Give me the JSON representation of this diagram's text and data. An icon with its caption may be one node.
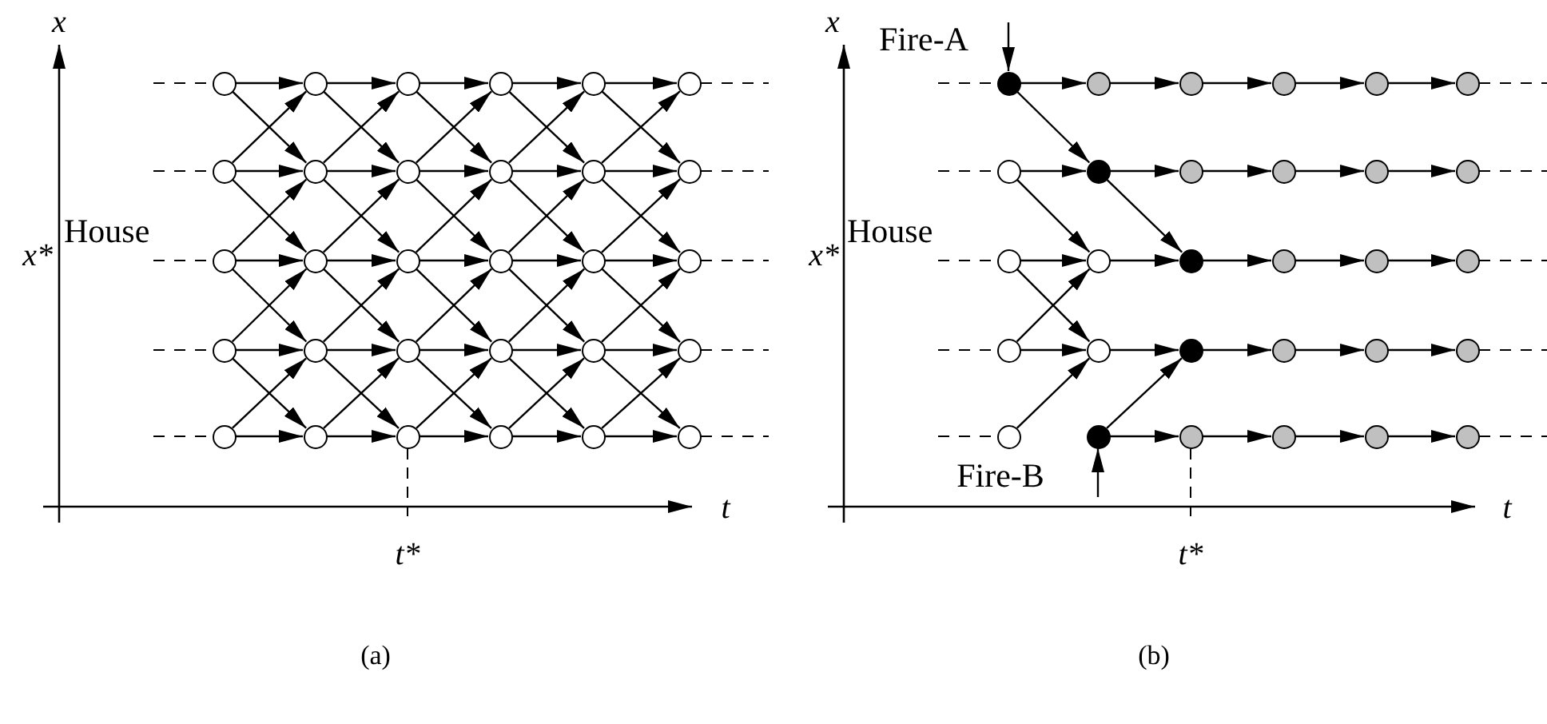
{
  "diagram": {
    "nodes": [
      {
        "text": [],
        "shape": "circle"
      },
      {
        "text": [],
        "shape": "circle"
      },
      {
        "text": [],
        "shape": "circle"
      },
      {
        "text": [],
        "shape": "circle"
      },
      {
        "text": [],
        "shape": "circle"
      },
      {
        "text": [],
        "shape": "circle"
      },
      {
        "text": [],
        "shape": "circle"
      },
      {
        "text": [],
        "shape": "circle"
      },
      {
        "text": [],
        "shape": "circle"
      },
      {
        "text": [],
        "shape": "circle"
      },
      {
        "text": [],
        "shape": "circle"
      },
      {
        "text": [],
        "shape": "circle"
      },
      {
        "text": [],
        "shape": "circle"
      },
      {
        "text": [],
        "shape": "circle"
      },
      {
        "text": [],
        "shape": "circle"
      },
      {
        "text": [],
        "shape": "circle"
      },
      {
        "text": [],
        "shape": "circle"
      },
      {
        "text": [],
        "shape": "circle"
      },
      {
        "text": [],
        "shape": "circle"
      },
      {
        "text": [],
        "shape": "circle"
      },
      {
        "text": [],
        "shape": "circle"
      },
      {
        "text": [],
        "shape": "circle"
      },
      {
        "text": [],
        "shape": "circle"
      },
      {
        "text": [],
        "shape": "circle"
      },
      {
        "text": [],
        "shape": "circle"
      },
      {
        "text": [],
        "shape": "circle"
      },
      {
        "text": [],
        "shape": "circle"
      },
      {
        "text": [],
        "shape": "circle"
      },
      {
        "text": [],
        "shape": "circle"
      },
      {
        "text": [],
        "shape": "circle"
      },
      {
        "text": [],
        "shape": "circle"
      },
      {
        "text": [],
        "shape": "circle"
      },
      {
        "text": [],
        "shape": "circle"
      },
      {
        "text": [],
        "shape": "circle"
      },
      {
        "text": [],
        "shape": "circle"
      },
      {
        "text": [],
        "shape": "circle"
      },
      {
        "text": [],
        "shape": "circle"
      },
      {
        "text": [],
        "shape": "circle"
      },
      {
        "text": [],
        "shape": "circle"
      },
      {
        "text": [],
        "shape": "circle"
      },
      {
        "text": [],
        "shape": "circle"
      },
      {
        "text": [],
        "shape": "circle"
      },
      {
        "text": [],
        "shape": "circle"
      },
      {
        "text": [],
        "shape": "circle"
      },
      {
        "text": [],
        "shape": "circle"
      },
      {
        "text": [],
        "shape": "circle"
      },
      {
        "text": [],
        "shape": "circle"
      },
      {
        "text": [],
        "shape": "circle"
      },
      {
        "text": [],
        "shape": "circle"
      },
      {
        "text": [],
        "shape": "circle"
      },
      {
        "text": [],
        "shape": "circle"
      },
      {
        "text": [],
        "shape": "circle"
      },
      {
        "text": [],
        "shape": "circle"
      },
      {
        "text": [],
        "shape": "circle"
      },
      {
        "text": [],
        "shape": "circle"
      },
      {
        "text": [],
        "shape": "circle"
      },
      {
        "text": [],
        "shape": "circle"
      },
      {
        "text": [],
        "shape": "circle"
      },
      {
        "text": [],
        "shape": "circle"
      },
      {
        "text": [],
        "shape": "circle"
      }
    ],
    "edges": [
      {
        "from": 0,
        "to": 1,
        "arrow": "to"
      },
      {
        "from": 1,
        "to": 2,
        "arrow": "to"
      },
      {
        "from": 2,
        "to": 3,
        "arrow": "to"
      },
      {
        "from": 3,
        "to": 4,
        "arrow": "to"
      },
      {
        "from": 4,
        "to": 5,
        "arrow": "to"
      },
      {
        "from": 6,
        "to": 7,
        "arrow": "to"
      },
      {
        "from": 7,
        "to": 8,
        "arrow": "to"
      },
      {
        "from": 8,
        "to": 9,
        "arrow": "to"
      },
      {
        "from": 9,
        "to": 10,
        "arrow": "to"
      },
      {
        "from": 10,
        "to": 11,
        "arrow": "to"
      },
      {
        "from": 12,
        "to": 13,
        "arrow": "to"
      },
      {
        "from": 13,
        "to": 14,
        "arrow": "to"
      },
      {
        "from": 14,
        "to": 15,
        "arrow": "to"
      },
      {
        "from": 15,
        "to": 16,
        "arrow": "to"
      },
      {
        "from": 16,
        "to": 17,
        "arrow": "to"
      },
      {
        "from": 18,
        "to": 19,
        "arrow": "to"
      },
      {
        "from": 19,
        "to": 20,
        "arrow": "to"
      },
      {
        "from": 20,
        "to": 21,
        "arrow": "to"
      },
      {
        "from": 21,
        "to": 22,
        "arrow": "to"
      },
      {
        "from": 22,
        "to": 23,
        "arrow": "to"
      },
      {
        "from": 24,
        "to": 25,
        "arrow": "to"
      },
      {
        "from": 25,
        "to": 26,
        "arrow": "to"
      },
      {
        "from": 26,
        "to": 27,
        "arrow": "to"
      },
      {
        "from": 27,
        "to": 28,
        "arrow": "to"
      },
      {
        "from": 28,
        "to": 29,
        "arrow": "to"
      },
      {
        "from": 0,
        "to": 7,
        "arrow": "to"
      },
      {
        "from": 1,
        "to": 8,
        "arrow": "to"
      },
      {
        "from": 2,
        "to": 9,
        "arrow": "to"
      },
      {
        "from": 3,
        "to": 10,
        "arrow": "to"
      },
      {
        "from": 4,
        "to": 11,
        "arrow": "to"
      },
      {
        "from": 6,
        "to": 13,
        "arrow": "to"
      },
      {
        "from": 7,
        "to": 14,
        "arrow": "to"
      },
      {
        "from": 8,
        "to": 15,
        "arrow": "to"
      },
      {
        "from": 9,
        "to": 16,
        "arrow": "to"
      },
      {
        "from": 10,
        "to": 17,
        "arrow": "to"
      },
      {
        "from": 12,
        "to": 19,
        "arrow": "to"
      },
      {
        "from": 13,
        "to": 20,
        "arrow": "to"
      },
      {
        "from": 14,
        "to": 21,
        "arrow": "to"
      },
      {
        "from": 15,
        "to": 22,
        "arrow": "to"
      },
      {
        "from": 16,
        "to": 23,
        "arrow": "to"
      },
      {
        "from": 18,
        "to": 25,
        "arrow": "to"
      },
      {
        "from": 19,
        "to": 26,
        "arrow": "to"
      },
      {
        "from": 20,
        "to": 27,
        "arrow": "to"
      },
      {
        "from": 21,
        "to": 28,
        "arrow": "to"
      },
      {
        "from": 22,
        "to": 29,
        "arrow": "to"
      },
      {
        "from": 6,
        "to": 1,
        "arrow": "to"
      },
      {
        "from": 7,
        "to": 2,
        "arrow": "to"
      },
      {
        "from": 8,
        "to": 3,
        "arrow": "to"
      },
      {
        "from": 9,
        "to": 4,
        "arrow": "to"
      },
      {
        "from": 10,
        "to": 5,
        "arrow": "to"
      },
      {
        "from": 12,
        "to": 7,
        "arrow": "to"
      },
      {
        "from": 13,
        "to": 8,
        "arrow": "to"
      },
      {
        "from": 14,
        "to": 9,
        "arrow": "to"
      },
      {
        "from": 15,
        "to": 10,
        "arrow": "to"
      },
      {
        "from": 16,
        "to": 11,
        "arrow": "to"
      },
      {
        "from": 18,
        "to": 13,
        "arrow": "to"
      },
      {
        "from": 19,
        "to": 14,
        "arrow": "to"
      },
      {
        "from": 20,
        "to": 15,
        "arrow": "to"
      },
      {
        "from": 21,
        "to": 16,
        "arrow": "to"
      },
      {
        "from": 22,
        "to": 17,
        "arrow": "to"
      },
      {
        "from": 24,
        "to": 19,
        "arrow": "to"
      },
      {
        "from": 25,
        "to": 20,
        "arrow": "to"
      },
      {
        "from": 26,
        "to": 21,
        "arrow": "to"
      },
      {
        "from": 27,
        "to": 22,
        "arrow": "to"
      },
      {
        "from": 28,
        "to": 23,
        "arrow": "to"
      },
      {
        "from": 30,
        "to": 31,
        "arrow": "to"
      },
      {
        "from": 31,
        "to": 32,
        "arrow": "to"
      },
      {
        "from": 32,
        "to": 33,
        "arrow": "to"
      },
      {
        "from": 33,
        "to": 34,
        "arrow": "to"
      },
      {
        "from": 34,
        "to": 35,
        "arrow": "to"
      },
      {
        "from": 36,
        "to": 37,
        "arrow": "to"
      },
      {
        "from": 37,
        "to": 38,
        "arrow": "to"
      },
      {
        "from": 38,
        "to": 39,
        "arrow": "to"
      },
      {
        "from": 39,
        "to": 40,
        "arrow": "to"
      },
      {
        "from": 40,
        "to": 41,
        "arrow": "to"
      },
      {
        "from": 42,
        "to": 43,
        "arrow": "to"
      },
      {
        "from": 43,
        "to": 44,
        "arrow": "to"
      },
      {
        "from": 44,
        "to": 45,
        "arrow": "to"
      },
      {
        "from": 45,
        "to": 46,
        "arrow": "to"
      },
      {
        "from": 46,
        "to": 47,
        "arrow": "to"
      },
      {
        "from": 48,
        "to": 49,
        "arrow": "to"
      },
      {
        "from": 49,
        "to": 50,
        "arrow": "to"
      },
      {
        "from": 50,
        "to": 51,
        "arrow": "to"
      },
      {
        "from": 51,
        "to": 52,
        "arrow": "to"
      },
      {
        "from": 52,
        "to": 53,
        "arrow": "to"
      },
      {
        "from": 55,
        "to": 56,
        "arrow": "to"
      },
      {
        "from": 56,
        "to": 57,
        "arrow": "to"
      },
      {
        "from": 57,
        "to": 58,
        "arrow": "to"
      },
      {
        "from": 58,
        "to": 59,
        "arrow": "to"
      },
      {
        "from": 30,
        "to": 37,
        "arrow": "to"
      },
      {
        "from": 36,
        "to": 43,
        "arrow": "to"
      },
      {
        "from": 37,
        "to": 44,
        "arrow": "to"
      },
      {
        "from": 42,
        "to": 49,
        "arrow": "to"
      },
      {
        "from": 48,
        "to": 43,
        "arrow": "to"
      },
      {
        "from": 54,
        "to": 49,
        "arrow": "to"
      },
      {
        "from": 55,
        "to": 50,
        "arrow": "to"
      },
      {
        "from": null,
        "to": 30,
        "arrow": "to"
      },
      {
        "from": null,
        "to": 55,
        "arrow": "to"
      }
    ],
    "labels": [
      "x",
      "x*",
      "House",
      "t",
      "t*",
      "(a)",
      "x",
      "x*",
      "House",
      "Fire-A",
      "Fire-B",
      "t",
      "t*",
      "(b)"
    ]
  }
}
